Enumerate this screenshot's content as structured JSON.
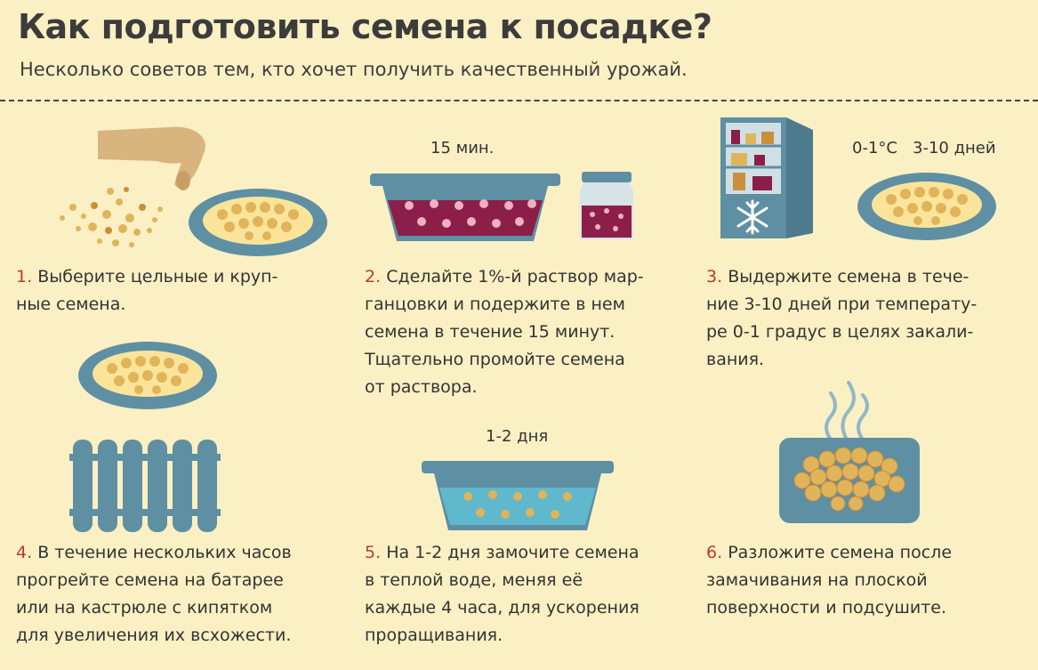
{
  "header": {
    "title": "Как подготовить семена к посадке?",
    "subtitle": "Несколько советов тем, кто хочет получить качественный урожай."
  },
  "labels": {
    "time_15": "15 мин.",
    "temperature": "0-1°С",
    "days_3_10": "3-10 дней",
    "days_1_2": "1-2 дня"
  },
  "steps": [
    {
      "num": "1.",
      "lines": [
        "Выберите цельные и круп-",
        "ные семена."
      ]
    },
    {
      "num": "2.",
      "lines": [
        "Сделайте 1%-й раствор мар-",
        "ганцовки и подержите в нем",
        "семена в течение 15 минут.",
        "Тщательно промойте семена",
        "от раствора."
      ]
    },
    {
      "num": "3.",
      "lines": [
        "Выдержите семена в тече-",
        "ние 3-10 дней при температу-",
        "ре 0-1 градус в целях закали-",
        "вания."
      ]
    },
    {
      "num": "4.",
      "lines": [
        "В течение нескольких часов",
        "прогрейте семена на батарее",
        "или на кастрюле с кипятком",
        "для увеличения их всхожести."
      ]
    },
    {
      "num": "5.",
      "lines": [
        "На 1-2 дня замочите семена",
        "в теплой воде, меняя её",
        "каждые 4 часа, для ускорения",
        "проращивания."
      ]
    },
    {
      "num": "6.",
      "lines": [
        "Разложите семена после",
        "замачивания на плоской",
        "поверхности и подсушите."
      ]
    }
  ],
  "colors": {
    "background": "#fbf0c3",
    "number_red": "#c0392b",
    "plate_blue": "#5f8fa3",
    "seed_gold": "#e0b45a",
    "solution_purple": "#8c1e4a",
    "water_blue": "#5fb8cc",
    "hand_skin": "#d8b47f"
  },
  "icons": [
    "hand-icon",
    "seeds-pile-icon",
    "plate-icon",
    "basin-icon",
    "jar-icon",
    "fridge-icon",
    "snowflake-icon",
    "radiator-icon",
    "tray-icon",
    "steam-icon"
  ]
}
